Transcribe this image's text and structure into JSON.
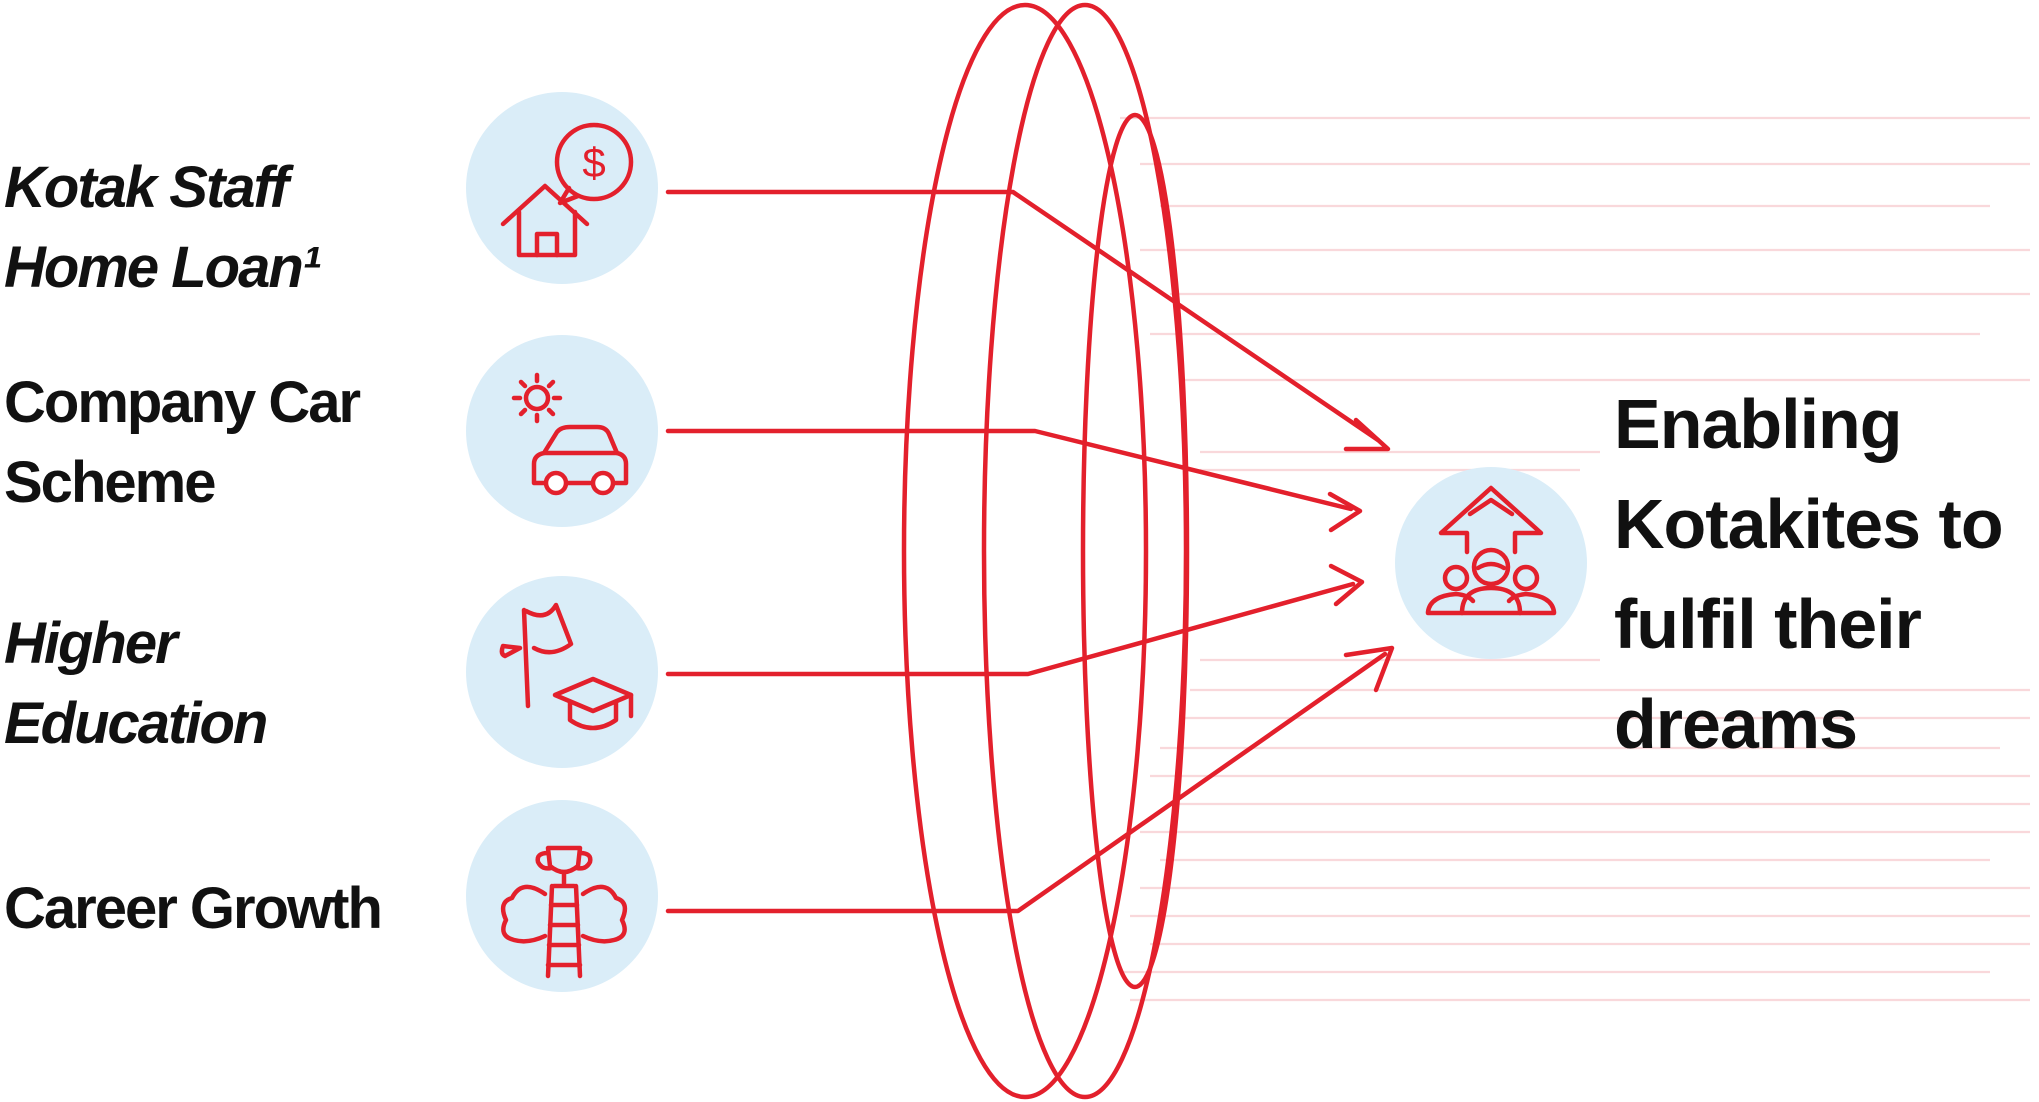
{
  "benefits": [
    {
      "label": "Kotak Staff\nHome Loan¹",
      "icon": "house-dollar-icon",
      "italic": true
    },
    {
      "label": "Company Car\nScheme",
      "icon": "car-sun-icon",
      "italic": false
    },
    {
      "label": "Higher\nEducation",
      "icon": "graduation-cap-flag-icon",
      "italic": true
    },
    {
      "label": "Career Growth",
      "icon": "trophy-ladder-icon",
      "italic": false
    }
  ],
  "outcome": {
    "label": "Enabling\nKotakites to\nfulfil their\ndreams",
    "icon": "people-growth-arrow-icon"
  },
  "colors": {
    "accent": "#e3202c",
    "icon_bg": "#daedf8",
    "stream": "#f3a9b0",
    "text": "#111111"
  }
}
